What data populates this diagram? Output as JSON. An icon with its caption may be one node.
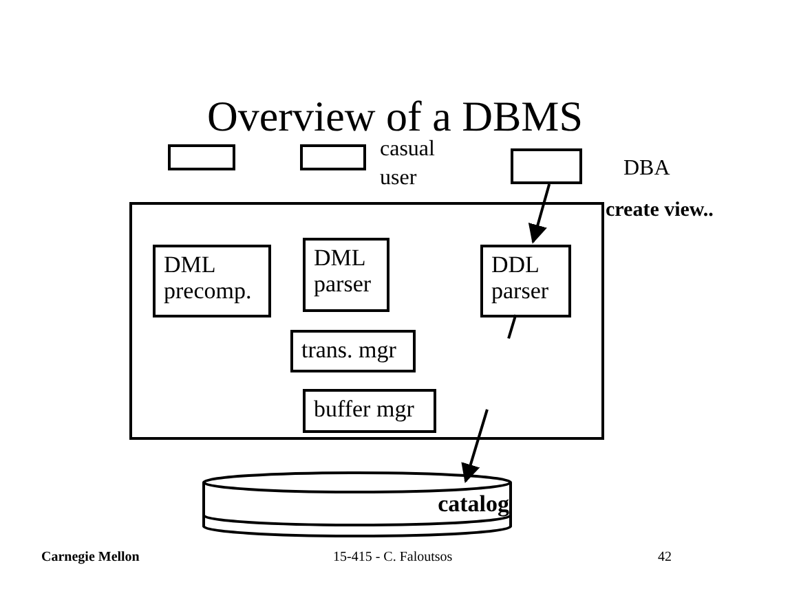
{
  "diagram": {
    "title": "Overview of a DBMS",
    "nodes": [
      {
        "text": [],
        "shape": "box"
      },
      {
        "text": [],
        "shape": "box",
        "beside": [
          "casual user"
        ]
      },
      {
        "text": [],
        "shape": "box",
        "beside": [
          "DBA"
        ]
      },
      {
        "text": [],
        "shape": "box"
      },
      {
        "text": [
          "DML precomp."
        ],
        "in": 3
      },
      {
        "text": [
          "DML parser"
        ],
        "in": 3
      },
      {
        "text": [
          "DDL parser"
        ],
        "in": 3
      },
      {
        "text": [
          "trans. mgr"
        ],
        "in": 3
      },
      {
        "text": [
          "buffer mgr"
        ],
        "in": 3
      },
      {
        "text": [
          "catalog"
        ]
      }
    ],
    "edges": [
      {
        "from": 2,
        "to": 6,
        "arrow": "to"
      },
      {
        "from": 6,
        "to": 9,
        "arrow": "to",
        "style": "dashed"
      }
    ],
    "labels": [
      "create view..",
      "Carnegie Mellon",
      "15-415 - C. Faloutsos",
      "42"
    ]
  }
}
